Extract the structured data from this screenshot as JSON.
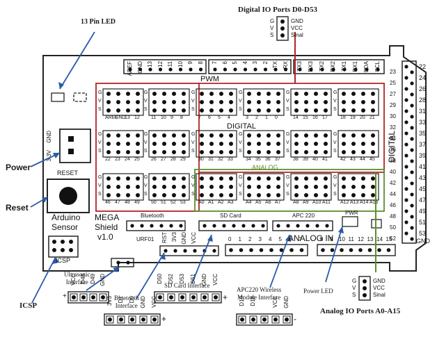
{
  "callouts": {
    "pin13_led": "13 Pin LED",
    "digital_io": "Digital IO Ports D0-D53",
    "power": "Power",
    "reset": "Reset",
    "icsp": "ICSP",
    "ultrasonic": "Ultrasonic\nInterface",
    "bluetooth": "Bluetooth\nInterface",
    "sd_card": "SD Card Interface",
    "apc220": "APC220 Wireless\nModule Interface",
    "power_led": "Power LED",
    "analog_io": "Analog IO Ports A0-A15"
  },
  "board": {
    "reset_label": "RESET",
    "gnd_label": "GND",
    "v33_label": "3.3V",
    "arduino": "Arduino",
    "sensor": "Sensor",
    "mega": "MEGA",
    "shield": "Shield",
    "version": "v1.0",
    "icsp_label": "ICSP",
    "digital_label": "DIGITAL",
    "digital_side": "DIGITAL",
    "analog_label": "ANALOG",
    "analog_in": "ANALOG IN",
    "pwm_label": "PWM",
    "bluetooth_label": "Bluetooth",
    "sdcard_label": "SD Card",
    "apc220_label": "APC 220",
    "urf01_label": "URF01",
    "pwr_label": "PWR",
    "gnd_bottom": "GND"
  },
  "gvs_legend": [
    "GND",
    "VCC",
    "Sinal"
  ],
  "gvs_letters": [
    "G",
    "V",
    "S"
  ],
  "row1_labels": [
    "AREF",
    "GND",
    "13",
    "12",
    "11",
    "10",
    "9",
    "8",
    "7",
    "6",
    "5",
    "4",
    "3",
    "2",
    "1",
    "0",
    "14",
    "15",
    "16",
    "17",
    "18",
    "19",
    "20",
    "21"
  ],
  "row2_labels": [
    "22",
    "23",
    "24",
    "25",
    "26",
    "27",
    "28",
    "29",
    "30",
    "31",
    "32",
    "33",
    "34",
    "35",
    "36",
    "37",
    "38",
    "39",
    "40",
    "41",
    "42",
    "43",
    "44",
    "45"
  ],
  "row3_labels": [
    "46",
    "47",
    "48",
    "49",
    "50",
    "51",
    "52",
    "53",
    "A0",
    "A1",
    "A2",
    "A3",
    "A4",
    "A5",
    "A6",
    "A7",
    "A8",
    "A9",
    "A10",
    "A11",
    "A12",
    "A13",
    "A14",
    "A15"
  ],
  "top_header": [
    "AREF",
    "GND",
    "13",
    "12",
    "11",
    "10",
    "9",
    "8",
    "7",
    "6",
    "5",
    "4",
    "3",
    "2",
    "TX",
    "RX",
    "TX3",
    "RX3",
    "TX2",
    "RX2",
    "TX1",
    "RX1",
    "SDA",
    "SCL"
  ],
  "right_header": [
    "22",
    "24",
    "26",
    "28",
    "31",
    "33",
    "35",
    "37",
    "39",
    "41",
    "43",
    "45",
    "47",
    "49",
    "51",
    "53"
  ],
  "right_header_inner": [
    "23",
    "25",
    "27",
    "29",
    "30",
    "32",
    "34",
    "36",
    "38",
    "40",
    "42",
    "44",
    "46",
    "48",
    "50",
    "52"
  ],
  "analog_bottom": [
    "0",
    "1",
    "2",
    "3",
    "4",
    "5",
    "6",
    "7",
    "8",
    "9",
    "10",
    "11",
    "12",
    "13",
    "14",
    "15"
  ],
  "interfaces": {
    "ultrasonic_pins": [
      "VCC",
      "D48",
      "D49",
      "GND"
    ],
    "bluetooth_pins": [
      "3V3",
      "D1",
      "D0",
      "GND",
      "VCC"
    ],
    "sd_pins": [
      "D50",
      "D52",
      "D53",
      "D51",
      "GND",
      "VCC"
    ],
    "apc_pins": [
      "D19",
      "D18",
      "",
      "VCC",
      "GND"
    ],
    "plus": "+",
    "minus": "-"
  },
  "board_header_bt": [
    "RST",
    "3V3",
    "GND",
    "VCC"
  ],
  "colors": {
    "digital_box": "#b22222",
    "analog_box": "#5a8f2a",
    "arrow": "#2a5aa8",
    "board": "#222222"
  }
}
